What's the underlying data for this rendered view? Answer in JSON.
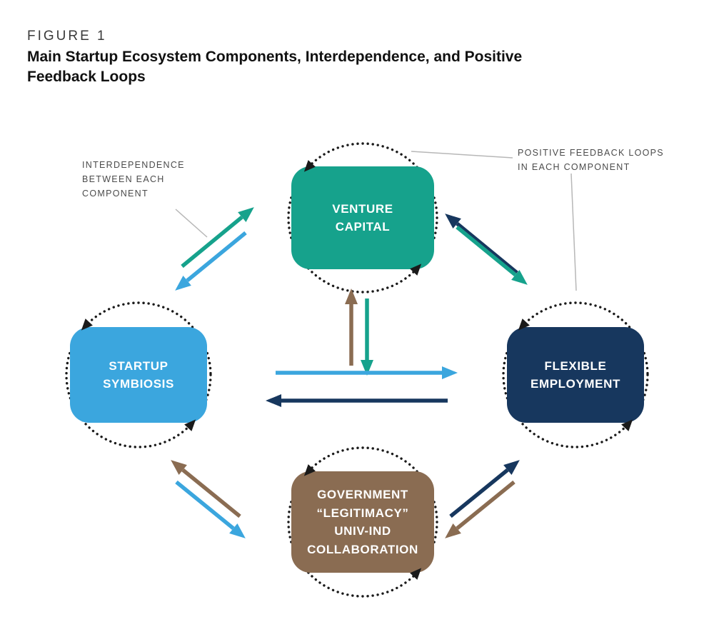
{
  "figure": {
    "label": "FIGURE 1",
    "title": "Main Startup Ecosystem Components, Interdependence, and Positive\nFeedback Loops"
  },
  "annotations": {
    "interdependence": "INTERDEPENDENCE\nBETWEEN EACH\nCOMPONENT",
    "feedback_loops": "POSITIVE FEEDBACK LOOPS\nIN EACH COMPONENT"
  },
  "nodes": {
    "venture_capital": {
      "label": "VENTURE\nCAPITAL"
    },
    "startup_symbiosis": {
      "label": "STARTUP\nSYMBIOSIS"
    },
    "flexible_employment": {
      "label": "FLEXIBLE\nEMPLOYMENT"
    },
    "government": {
      "label": "GOVERNMENT\n“LEGITIMACY”\nUNIV-IND\nCOLLABORATION"
    }
  },
  "colors": {
    "teal": "#16A28C",
    "blue": "#3BA6DE",
    "navy": "#17375E",
    "brown": "#8A6C52",
    "loop": "#1A1A1A",
    "annotation_line": "#B7B7B7"
  }
}
